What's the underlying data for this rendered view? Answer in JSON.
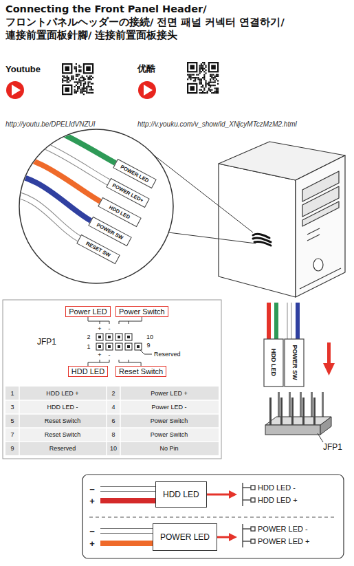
{
  "diagram": {
    "title": "Connecting the Front Panel Header/ フロントパネルヘッダーの接続/ 전면 패널 커넥터 연결하기/ 連接前置面板針腳/ 连接前置面板接头",
    "nodes": [
      {
        "text": [
          "POWER LED"
        ]
      },
      {
        "text": [
          "POWER LED+"
        ]
      },
      {
        "text": [
          "HDD LED"
        ]
      },
      {
        "text": [
          "POWER SW"
        ]
      },
      {
        "text": [
          "RESET SW"
        ]
      },
      {
        "text": [
          "Power LED"
        ]
      },
      {
        "text": [
          "Power Switch"
        ]
      },
      {
        "text": [
          "HDD LED"
        ]
      },
      {
        "text": [
          "Reset Switch"
        ]
      },
      {
        "text": [
          "HDD LED"
        ]
      },
      {
        "text": [
          "POWER SW"
        ]
      },
      {
        "text": [
          "HDD LED"
        ]
      },
      {
        "text": [
          "HDD LED -",
          "HDD LED +"
        ]
      },
      {
        "text": [
          "POWER LED"
        ]
      },
      {
        "text": [
          "POWER LED -",
          "POWER LED +"
        ]
      }
    ],
    "edges": [
      {
        "from": 11,
        "to": 12,
        "arrow": "to"
      },
      {
        "from": 13,
        "to": 14,
        "arrow": "to"
      }
    ],
    "labels": [
      "Youtube",
      "优酷",
      "http://youtu.be/DPELIdVNZUI",
      "http://v.youku.com/v_show/id_XNjcyMTczMzM2.html",
      "JFP1",
      "2",
      "10",
      "1",
      "9",
      "+",
      "-",
      "Reserved",
      "+",
      "-",
      "1",
      "HDD LED +",
      "2",
      "Power LED +",
      "3",
      "HDD LED -",
      "4",
      "Power LED -",
      "5",
      "Reset Switch",
      "6",
      "Power Switch",
      "7",
      "Reset Switch",
      "8",
      "Power Switch",
      "9",
      "Reserved",
      "10",
      "No Pin",
      "JFP1",
      "−",
      "+",
      "−",
      "+"
    ]
  }
}
